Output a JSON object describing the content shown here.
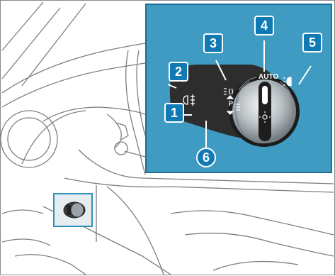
{
  "callouts": [
    {
      "id": "1",
      "label": "1"
    },
    {
      "id": "2",
      "label": "2"
    },
    {
      "id": "3",
      "label": "3"
    },
    {
      "id": "4",
      "label": "4"
    },
    {
      "id": "5",
      "label": "5"
    },
    {
      "id": "6",
      "label": "6"
    }
  ],
  "switch_labels": {
    "auto": "AUTO",
    "parking": "P"
  },
  "icons": [
    "fog-light-icon",
    "side-light-icon",
    "low-beam-icon",
    "instrument-lighting-icon",
    "parking-light-icon"
  ],
  "colors": {
    "inset_bg": "#3f9bc2",
    "callout_bg": "#0f7ab3",
    "line_art": "#6b6b6b"
  }
}
